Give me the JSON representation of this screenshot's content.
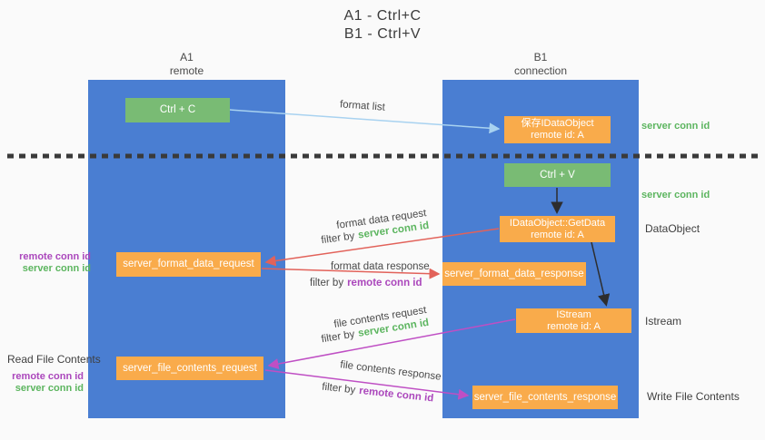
{
  "title": {
    "line1": "A1 - Ctrl+C",
    "line2": "B1 - Ctrl+V"
  },
  "participants": {
    "a": {
      "name": "A1",
      "role": "remote"
    },
    "b": {
      "name": "B1",
      "role": "connection"
    }
  },
  "nodes": {
    "ctrl_c": {
      "label": "Ctrl + C"
    },
    "save_dataobject": {
      "line1": "保存IDataObject",
      "line2": "remote id: A"
    },
    "ctrl_v": {
      "label": "Ctrl + V"
    },
    "getdata": {
      "line1": "IDataObject::GetData",
      "line2": "remote id: A"
    },
    "istream": {
      "line1": "IStream",
      "line2": "remote id: A"
    },
    "format_request": {
      "label": "server_format_data_request"
    },
    "format_response": {
      "label": "server_format_data_response"
    },
    "file_request": {
      "label": "server_file_contents_request"
    },
    "file_response": {
      "label": "server_file_contents_response"
    }
  },
  "arrow_labels": {
    "format_list": "format list",
    "format_data_request": "format data request",
    "format_data_response": "format data response",
    "file_contents_request": "file contents request",
    "file_contents_response": "file contents response",
    "filter_by": "filter by",
    "server_conn_id": "server conn id",
    "remote_conn_id": "remote conn id"
  },
  "side_labels": {
    "server_conn_id_top": "server conn id",
    "server_conn_id_mid": "server conn id",
    "dataobject": "DataObject",
    "istream": "Istream",
    "write_file_contents": "Write File Contents",
    "read_file_contents": "Read File Contents",
    "remote_conn_id_left_1": "remote conn id",
    "server_conn_id_left_1": "server conn id",
    "remote_conn_id_left_2": "remote conn id",
    "server_conn_id_left_2": "server conn id"
  },
  "colors": {
    "lifeline_blue": "#4a7ed2",
    "node_green": "#79bb74",
    "node_orange": "#f9ab4b",
    "conn_id_green": "#5cb55f",
    "conn_id_purple": "#ab47bc",
    "arrow_red": "#e2625a",
    "arrow_magenta": "#bf4fc4",
    "arrow_light_blue": "#a8d2f0",
    "arrow_black": "#2d2d2d",
    "background": "#fafafa"
  }
}
